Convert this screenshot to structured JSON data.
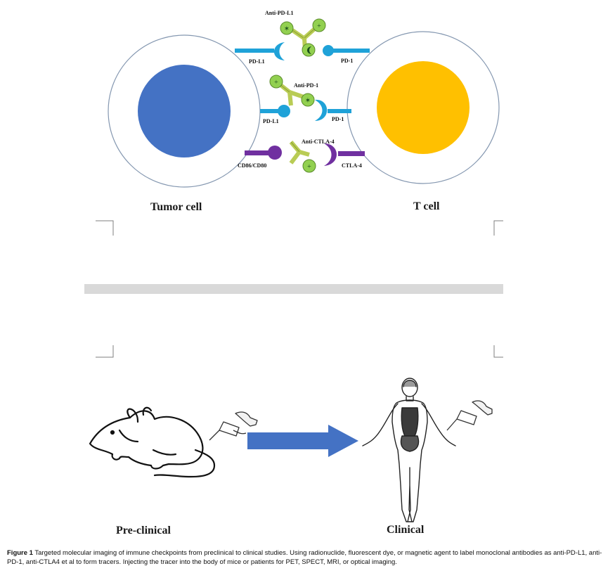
{
  "colors": {
    "tumor_nucleus": "#4472c4",
    "t_cell_nucleus": "#ffc000",
    "pd_receptor": "#1fa2d8",
    "ctla_receptor": "#7030a0",
    "antibody": "#b9cc55",
    "tracer": "#92d050",
    "arrow": "#4472c4",
    "separator": "#d9d9d9"
  },
  "top_panel": {
    "anti_pd_l1": "Anti-PD-L1",
    "pd_l1_a": "PD-L1",
    "pd_1_a": "PD-1",
    "anti_pd_1": "Anti-PD-1",
    "pd_l1_b": "PD-L1",
    "pd_1_b": "PD-1",
    "anti_ctla_4": "Anti-CTLA-4",
    "cd86_cd80": "CD86/CD80",
    "ctla_4": "CTLA-4",
    "tumor_cell": "Tumor cell",
    "t_cell": "T cell"
  },
  "bottom_panel": {
    "pre_clinical": "Pre-clinical",
    "clinical": "Clinical"
  },
  "caption": {
    "label": "Figure 1",
    "text": "Targeted molecular imaging of immune checkpoints from preclinical to clinical studies. Using radionuclide, fluorescent dye, or magnetic agent to label monoclonal antibodies as anti-PD-L1, anti-PD-1, anti-CTLA4 et al to form tracers. Injecting the tracer into the body of mice or patients for PET, SPECT, MRI, or optical imaging."
  }
}
